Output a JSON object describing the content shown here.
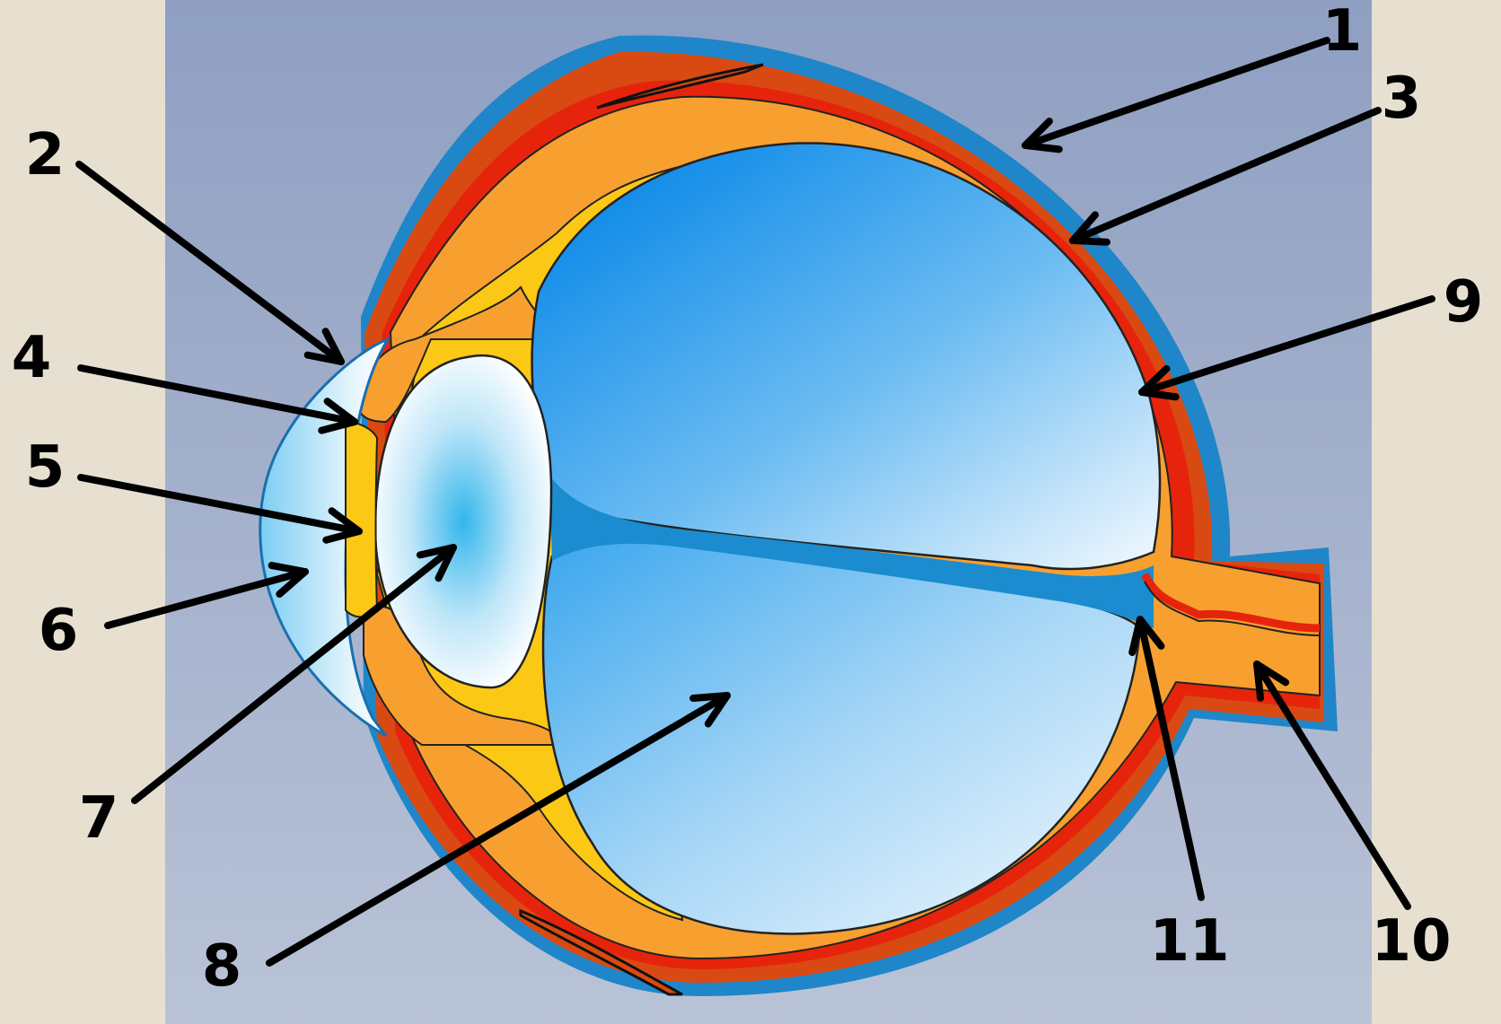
{
  "colors": {
    "backdrop": "#e7e0d1",
    "panel_top": "#8f9fc2",
    "panel_bottom": "#b9c3d7",
    "outline_blue": "#1f86c9",
    "muscle": "#d94a12",
    "choroid_red": "#e6240c",
    "sclera_orange": "#f7a030",
    "ciliary_yellow": "#fcc816",
    "vitreous_deep": "#0d8ae8",
    "vitreous_light": "#f3f9fe",
    "canal_blue": "#1a8ccf",
    "arrow": "#000000"
  },
  "labels": {
    "l1": "1",
    "l2": "2",
    "l3": "3",
    "l4": "4",
    "l5": "5",
    "l6": "6",
    "l7": "7",
    "l8": "8",
    "l9": "9",
    "l10": "10",
    "l11": "11"
  }
}
